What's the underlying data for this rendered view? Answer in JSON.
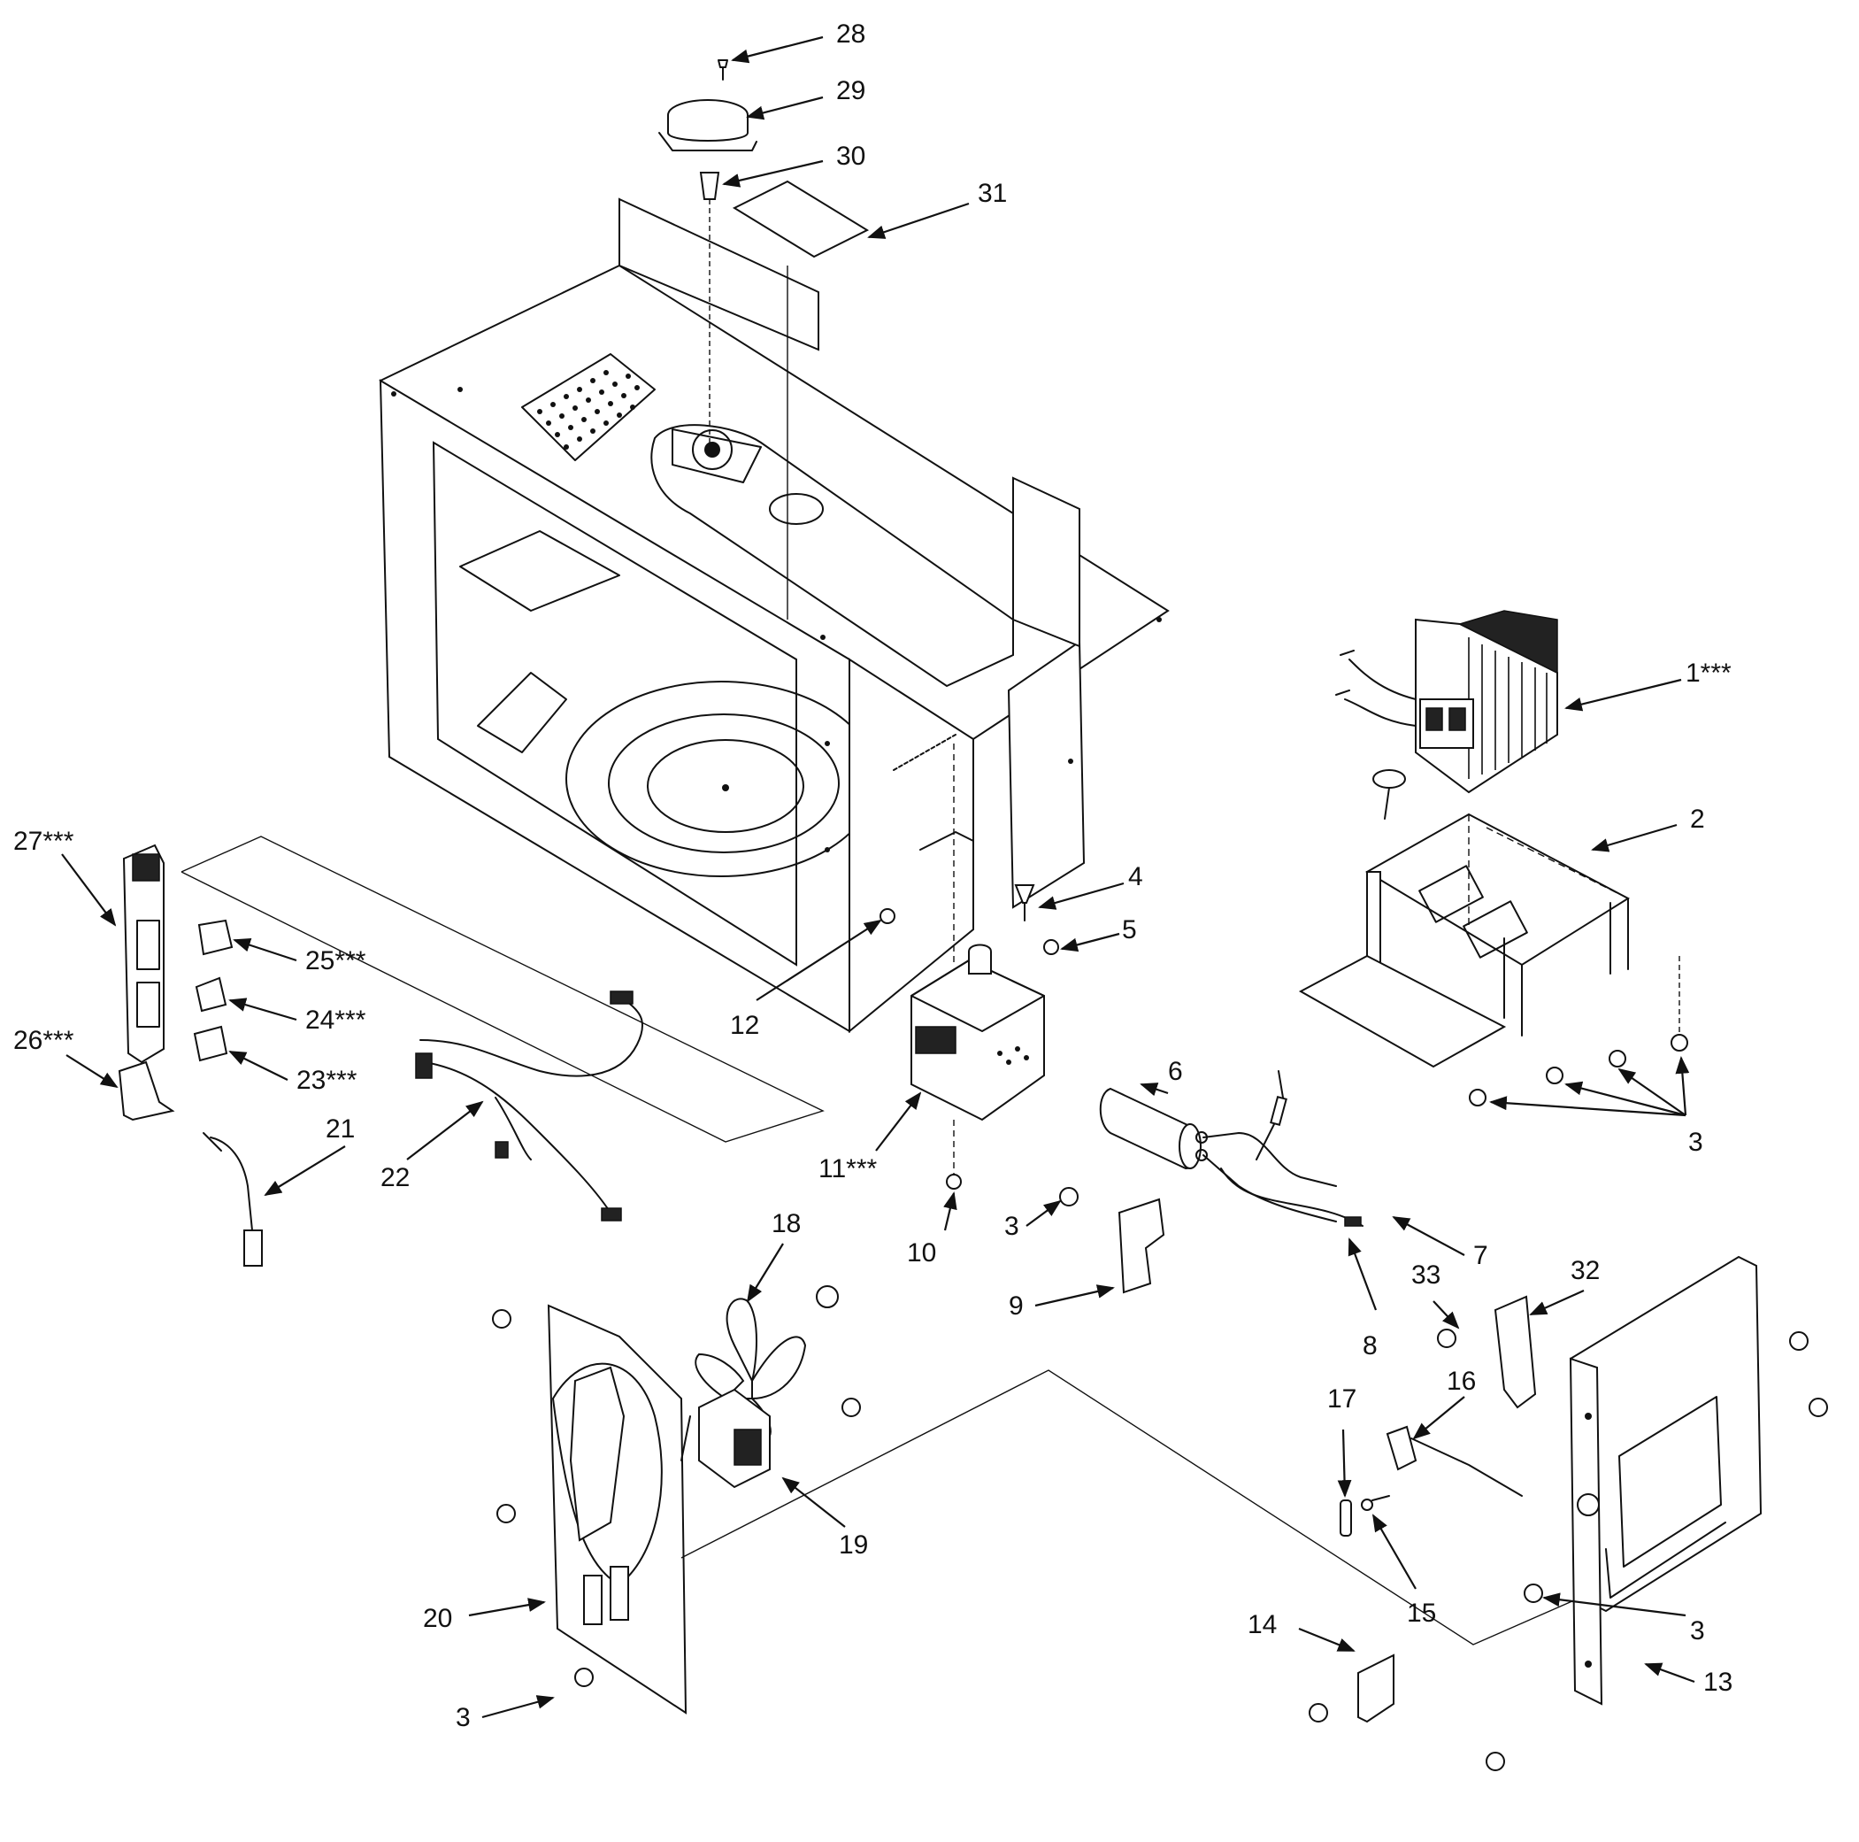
{
  "labels": {
    "p1": "1***",
    "p2": "2",
    "p3a": "3",
    "p3b": "3",
    "p3c": "3",
    "p3d": "3",
    "p4": "4",
    "p5": "5",
    "p6": "6",
    "p7": "7",
    "p8": "8",
    "p9": "9",
    "p10": "10",
    "p11": "11***",
    "p12": "12",
    "p13": "13",
    "p14": "14",
    "p15": "15",
    "p16": "16",
    "p17": "17",
    "p18": "18",
    "p19": "19",
    "p20": "20",
    "p21": "21",
    "p22": "22",
    "p23": "23***",
    "p24": "24***",
    "p25": "25***",
    "p26": "26***",
    "p27": "27***",
    "p28": "28",
    "p29": "29",
    "p30": "30",
    "p31": "31",
    "p32": "32",
    "p33": "33"
  }
}
